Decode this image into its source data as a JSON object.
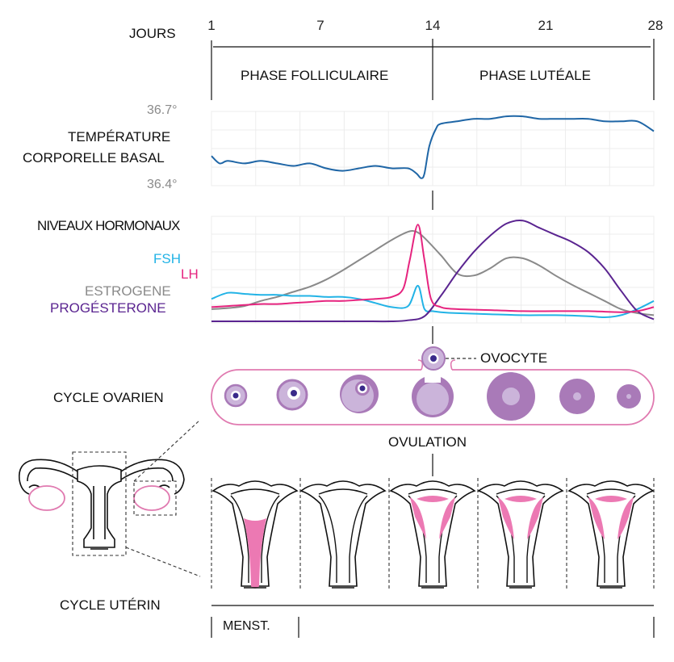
{
  "header": {
    "days_label": "JOURS",
    "day_ticks": [
      "1",
      "7",
      "14",
      "21",
      "28"
    ],
    "phase_follicular": "PHASE FOLLICULAIRE",
    "phase_luteal": "PHASE LUTÉALE"
  },
  "temperature": {
    "title_line1": "TEMPÉRATURE",
    "title_line2": "CORPORELLE BASAL",
    "max_label": "36.7°",
    "min_label": "36.4°"
  },
  "hormones": {
    "title": "NIVEAUX HORMONAUX",
    "fsh": "FSH",
    "lh": "LH",
    "estrogen": "ESTROGENE",
    "progesterone": "PROGÉSTERONE"
  },
  "ovarian": {
    "title": "CYCLE OVARIEN",
    "oocyte": "OVOCYTE",
    "ovulation": "OVULATION"
  },
  "uterine": {
    "title": "CYCLE UTÉRIN",
    "menses": "MENST."
  },
  "colors": {
    "temperature": "#1f66a6",
    "fsh": "#22b3e6",
    "lh": "#e6247f",
    "estrogen": "#8a8a8a",
    "progesterone": "#5a2490",
    "follicle": "#a97ab8",
    "follicle_light": "#cbb4da",
    "endometrium": "#ec79b3"
  },
  "chart_data": [
    {
      "type": "line",
      "title": "TEMPÉRATURE CORPORELLE BASAL",
      "xlabel": "JOURS",
      "ylabel": "",
      "xlim": [
        1,
        28
      ],
      "ylim": [
        36.4,
        36.7
      ],
      "series": [
        {
          "x": [
            1,
            1.5,
            2,
            3,
            4,
            5,
            6,
            7,
            8,
            9,
            10,
            11,
            12,
            13,
            13.5,
            13.8,
            14,
            14.3,
            14.7,
            15,
            16,
            17,
            18,
            19,
            20,
            21,
            22,
            23,
            24,
            25,
            26,
            27,
            28
          ],
          "values": [
            36.52,
            36.49,
            36.5,
            36.49,
            36.5,
            36.49,
            36.48,
            36.49,
            36.47,
            36.46,
            36.47,
            36.48,
            36.47,
            36.47,
            36.45,
            36.43,
            36.45,
            36.56,
            36.63,
            36.65,
            36.66,
            36.67,
            36.67,
            36.68,
            36.68,
            36.67,
            36.67,
            36.67,
            36.67,
            36.66,
            36.66,
            36.66,
            36.62
          ]
        }
      ]
    },
    {
      "type": "line",
      "title": "NIVEAUX HORMONAUX",
      "xlabel": "JOURS",
      "ylabel": "",
      "xlim": [
        1,
        28
      ],
      "series": [
        {
          "name": "FSH",
          "x": [
            1,
            2,
            3,
            4,
            5,
            6,
            7,
            8,
            9,
            10,
            11,
            12,
            13,
            13.6,
            14,
            14.5,
            15,
            16,
            18,
            20,
            22,
            24,
            25,
            26,
            27,
            28
          ],
          "values": [
            0.22,
            0.28,
            0.27,
            0.26,
            0.26,
            0.25,
            0.25,
            0.24,
            0.24,
            0.22,
            0.18,
            0.14,
            0.15,
            0.35,
            0.12,
            0.1,
            0.09,
            0.08,
            0.07,
            0.06,
            0.06,
            0.05,
            0.04,
            0.06,
            0.12,
            0.2
          ]
        },
        {
          "name": "LH",
          "x": [
            1,
            2,
            3,
            4,
            5,
            6,
            7,
            8,
            9,
            10,
            11,
            12,
            12.7,
            13.1,
            13.6,
            14,
            14.4,
            15,
            16,
            18,
            20,
            22,
            24,
            26,
            27,
            28
          ],
          "values": [
            0.14,
            0.15,
            0.16,
            0.17,
            0.17,
            0.18,
            0.19,
            0.2,
            0.2,
            0.21,
            0.22,
            0.24,
            0.32,
            0.6,
            0.95,
            0.6,
            0.22,
            0.14,
            0.12,
            0.11,
            0.1,
            0.1,
            0.1,
            0.09,
            0.1,
            0.14
          ]
        },
        {
          "name": "ESTROGENE",
          "x": [
            1,
            2,
            3,
            4,
            5,
            6,
            7,
            8,
            9,
            10,
            11,
            12,
            13,
            13.5,
            14,
            15,
            16,
            17,
            18,
            19,
            20,
            21,
            22,
            23,
            24,
            25,
            26,
            27,
            28
          ],
          "values": [
            0.12,
            0.13,
            0.15,
            0.2,
            0.24,
            0.29,
            0.34,
            0.41,
            0.5,
            0.6,
            0.7,
            0.8,
            0.88,
            0.88,
            0.82,
            0.65,
            0.47,
            0.45,
            0.52,
            0.62,
            0.62,
            0.55,
            0.45,
            0.36,
            0.28,
            0.2,
            0.12,
            0.08,
            0.06
          ]
        },
        {
          "name": "PROGÉSTERONE",
          "x": [
            1,
            4,
            7,
            10,
            12,
            13,
            14,
            15,
            16,
            17,
            18,
            19,
            20,
            21,
            22,
            23,
            24,
            25,
            26,
            27,
            28
          ],
          "values": [
            0,
            0,
            0,
            0,
            0,
            0.01,
            0.05,
            0.25,
            0.48,
            0.68,
            0.84,
            0.96,
            0.99,
            0.92,
            0.85,
            0.78,
            0.68,
            0.52,
            0.3,
            0.1,
            0.02
          ]
        }
      ]
    }
  ]
}
